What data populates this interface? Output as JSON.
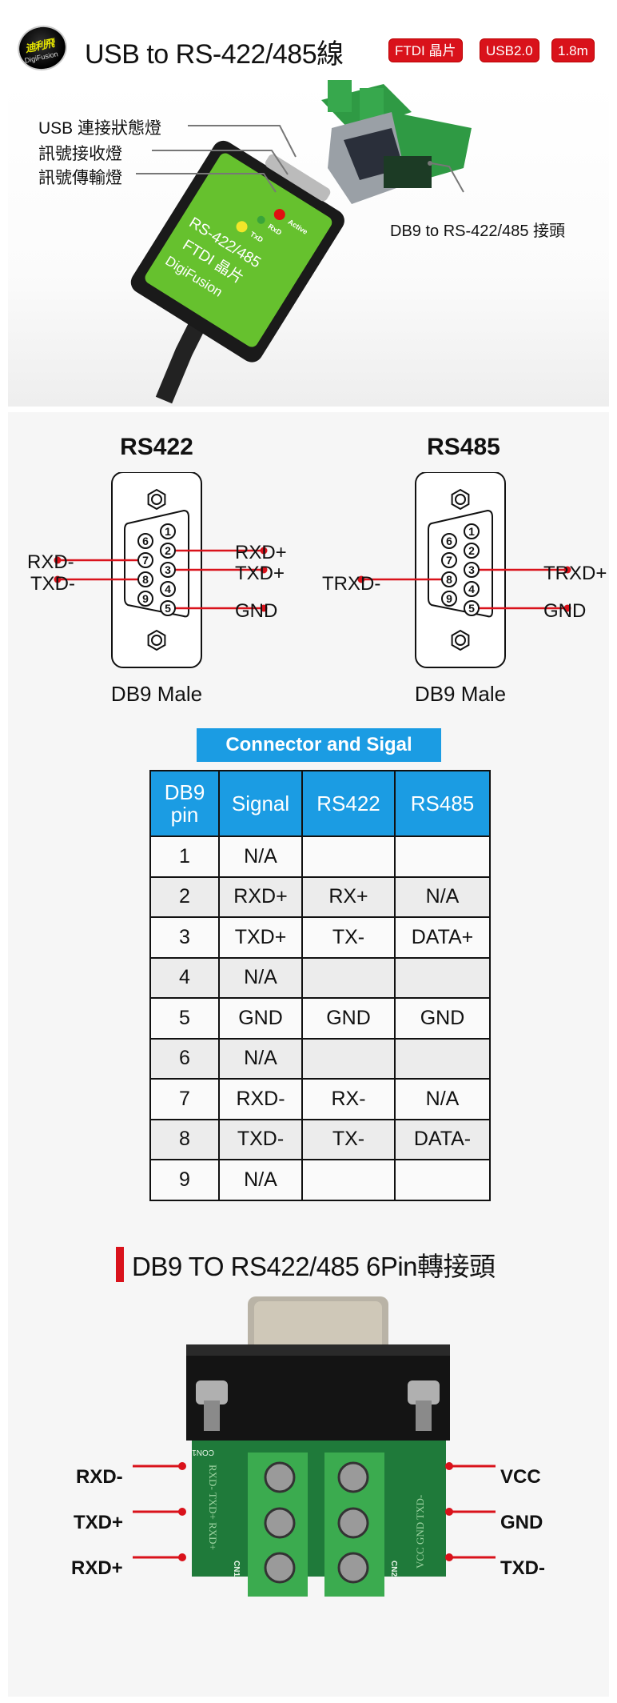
{
  "header": {
    "logo": {
      "chinese": "迪利飛",
      "brand": "DigiFusion"
    },
    "title": "USB to RS-422/485線",
    "badges": [
      "FTDI 晶片",
      "USB2.0",
      "1.8m"
    ]
  },
  "product_photo": {
    "callouts": {
      "usb_status_led": "USB 連接狀態燈",
      "rx_led": "訊號接收燈",
      "tx_led": "訊號傳輸燈",
      "adapter": "DB9 to RS-422/485  接頭"
    },
    "device_labels": {
      "led_active": "Active",
      "led_rxd": "RxD",
      "led_txd": "TxD",
      "line1": "RS-422/485",
      "line2": "FTDI 晶片",
      "line3": "DigiFusion"
    }
  },
  "pinouts": [
    {
      "title": "RS422",
      "caption": "DB9 Male",
      "left_labels": [
        {
          "pin": 7,
          "label": "RXD-"
        },
        {
          "pin": 8,
          "label": "TXD-"
        }
      ],
      "right_labels": [
        {
          "pin": 2,
          "label": "RXD+"
        },
        {
          "pin": 3,
          "label": "TXD+"
        },
        {
          "pin": 5,
          "label": "GND"
        }
      ]
    },
    {
      "title": "RS485",
      "caption": "DB9 Male",
      "left_labels": [
        {
          "pin": 8,
          "label": "TRXD-"
        }
      ],
      "right_labels": [
        {
          "pin": 3,
          "label": "TRXD+"
        },
        {
          "pin": 5,
          "label": "GND"
        }
      ]
    }
  ],
  "pin_numbers": {
    "top_row": [
      "1",
      "2",
      "3",
      "4",
      "5"
    ],
    "bottom_row": [
      "6",
      "7",
      "8",
      "9"
    ]
  },
  "table": {
    "title": "Connector and Sigal",
    "headers": [
      "DB9 pin",
      "Signal",
      "RS422",
      "RS485"
    ],
    "rows": [
      [
        "1",
        "N/A",
        "",
        ""
      ],
      [
        "2",
        "RXD+",
        "RX+",
        "N/A"
      ],
      [
        "3",
        "TXD+",
        "TX-",
        "DATA+"
      ],
      [
        "4",
        "N/A",
        "",
        ""
      ],
      [
        "5",
        "GND",
        "GND",
        "GND"
      ],
      [
        "6",
        "N/A",
        "",
        ""
      ],
      [
        "7",
        "RXD-",
        "RX-",
        "N/A"
      ],
      [
        "8",
        "TXD-",
        "TX-",
        "DATA-"
      ],
      [
        "9",
        "N/A",
        "",
        ""
      ]
    ]
  },
  "adapter_section": {
    "title": "DB9 TO RS422/485 6Pin轉接頭",
    "left_leads": [
      "RXD-",
      "TXD+",
      "RXD+"
    ],
    "right_leads": [
      "VCC",
      "GND",
      "TXD-"
    ],
    "silkscreen": {
      "con": "CON1",
      "cn1": "CN1",
      "cn2": "CN2",
      "left_text": "RXD- TXD+ RXD+",
      "right_text": "VCC GND TXD-"
    }
  },
  "colors": {
    "accent_red": "#d9121b",
    "table_blue": "#1b9ce3",
    "device_green": "#66c12e"
  }
}
